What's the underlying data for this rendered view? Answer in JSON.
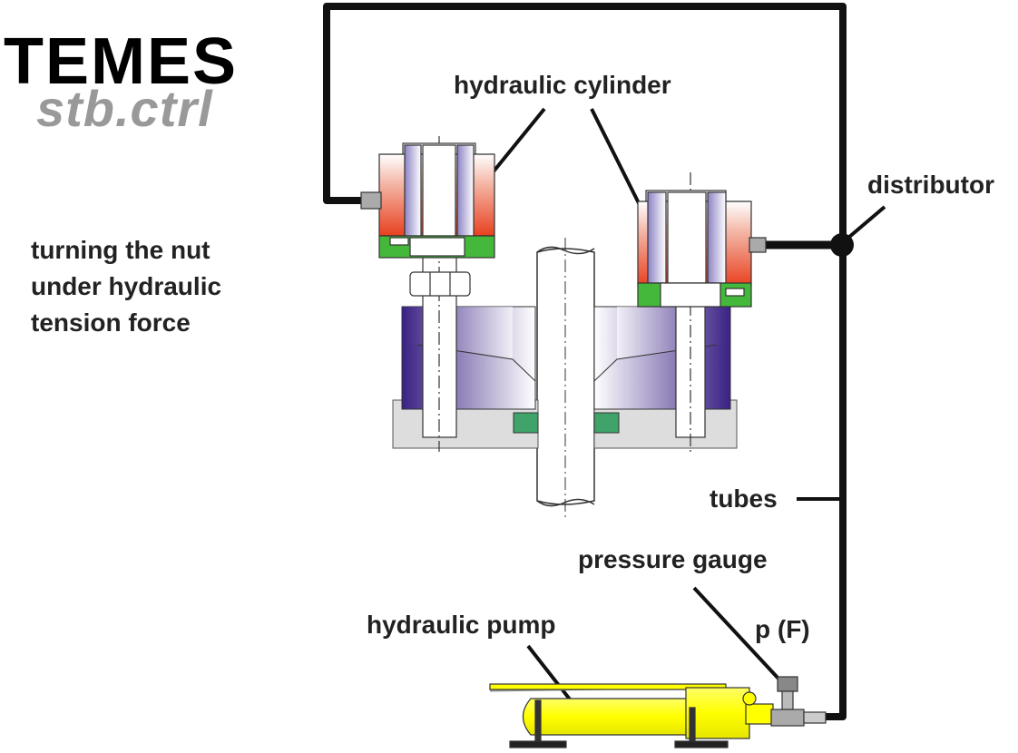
{
  "brand": {
    "name": "TEMES",
    "tagline": "stb.ctrl"
  },
  "description": [
    "turning the nut",
    "under hydraulic",
    "tension force"
  ],
  "labels": {
    "cylinder": "hydraulic cylinder",
    "distributor": "distributor",
    "tubes": "tubes",
    "gauge": "pressure gauge",
    "pressure": "p (F)",
    "pump": "hydraulic pump"
  },
  "colors": {
    "cylinder_red": "#e84a2a",
    "cylinder_purple": "#8c83c4",
    "seal_green": "#44b83a",
    "flange_purple": "#3b2486",
    "base_gray": "#dddddd",
    "pump_yellow": "#ffff00",
    "tube_black": "#111111"
  }
}
